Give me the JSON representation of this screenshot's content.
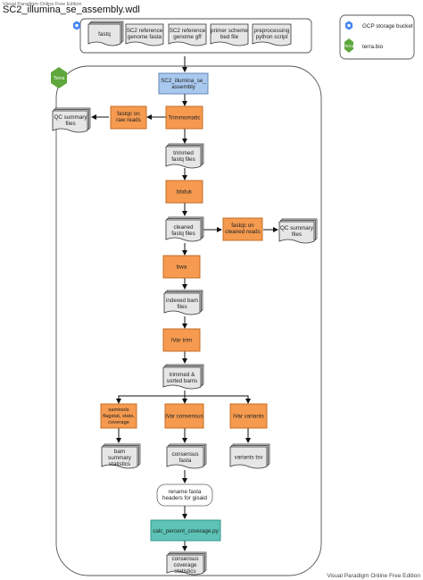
{
  "watermark": "Visual Paradigm Online Free Edition",
  "footer": "Visual Paradigm Online Free Edition",
  "title": "SC2_illumina_se_assembly.wdl",
  "legend": {
    "gcp_label": "GCP storage bucket",
    "terra_label": "terra.bio",
    "terra_logo_text": "Terra"
  },
  "container_logo_text": "Terra",
  "inputs": {
    "fastq": "fastq",
    "ref_fasta_1": "SC2 reference",
    "ref_fasta_2": "genome fasta",
    "ref_gff_1": "SC2 reference",
    "ref_gff_2": "genome gff",
    "primer_1": "primer scheme",
    "primer_2": "bed file",
    "pre_1": "preprocessing",
    "pre_2": "python script"
  },
  "nodes": {
    "workflow_1": "SC2_illumina_se_",
    "workflow_2": "assembly",
    "fastqc_raw_1": "fastqc on",
    "fastqc_raw_2": "raw reads",
    "qc_raw_1": "QC summary",
    "qc_raw_2": "files",
    "trimmomatic": "Trimmomatic",
    "trimmed_1": "trimmed",
    "trimmed_2": "fastq files",
    "bbduk": "bbduk",
    "cleaned_1": "cleaned",
    "cleaned_2": "fastq files",
    "fastqc_clean_1": "fastqc on",
    "fastqc_clean_2": "cleaned reads",
    "qc_clean_1": "QC summary",
    "qc_clean_2": "files",
    "bwa": "bwa",
    "indexed_1": "indexed bam",
    "indexed_2": "files",
    "ivar_trim": "iVar trim",
    "sorted_1": "trimmed &",
    "sorted_2": "sorted bams",
    "samtools_1": "samtools",
    "samtools_2": "flagstat, stats,",
    "samtools_3": "coverage",
    "ivar_consensus": "iVar consensus",
    "ivar_variants": "iVar variants",
    "bam_stats_1": "bam",
    "bam_stats_2": "summary",
    "bam_stats_3": "statistics",
    "consensus_1": "consensus",
    "consensus_2": "fasta",
    "variants_tsv": "variants tsv",
    "rename_1": "rename fasta",
    "rename_2": "headers for gisaid",
    "calc": "calc_percent_coverage.py",
    "cov_1": "consensus",
    "cov_2": "coverage",
    "cov_3": "statistics"
  },
  "colors": {
    "task_orange": "#f59a4f",
    "workflow_blue": "#a9c8ee",
    "script_teal": "#5cc3b6",
    "gcp_blue": "#4285f4",
    "terra_green": "#5ea73c"
  },
  "icons": [
    "gcp-bucket-icon",
    "terra-logo-icon"
  ]
}
